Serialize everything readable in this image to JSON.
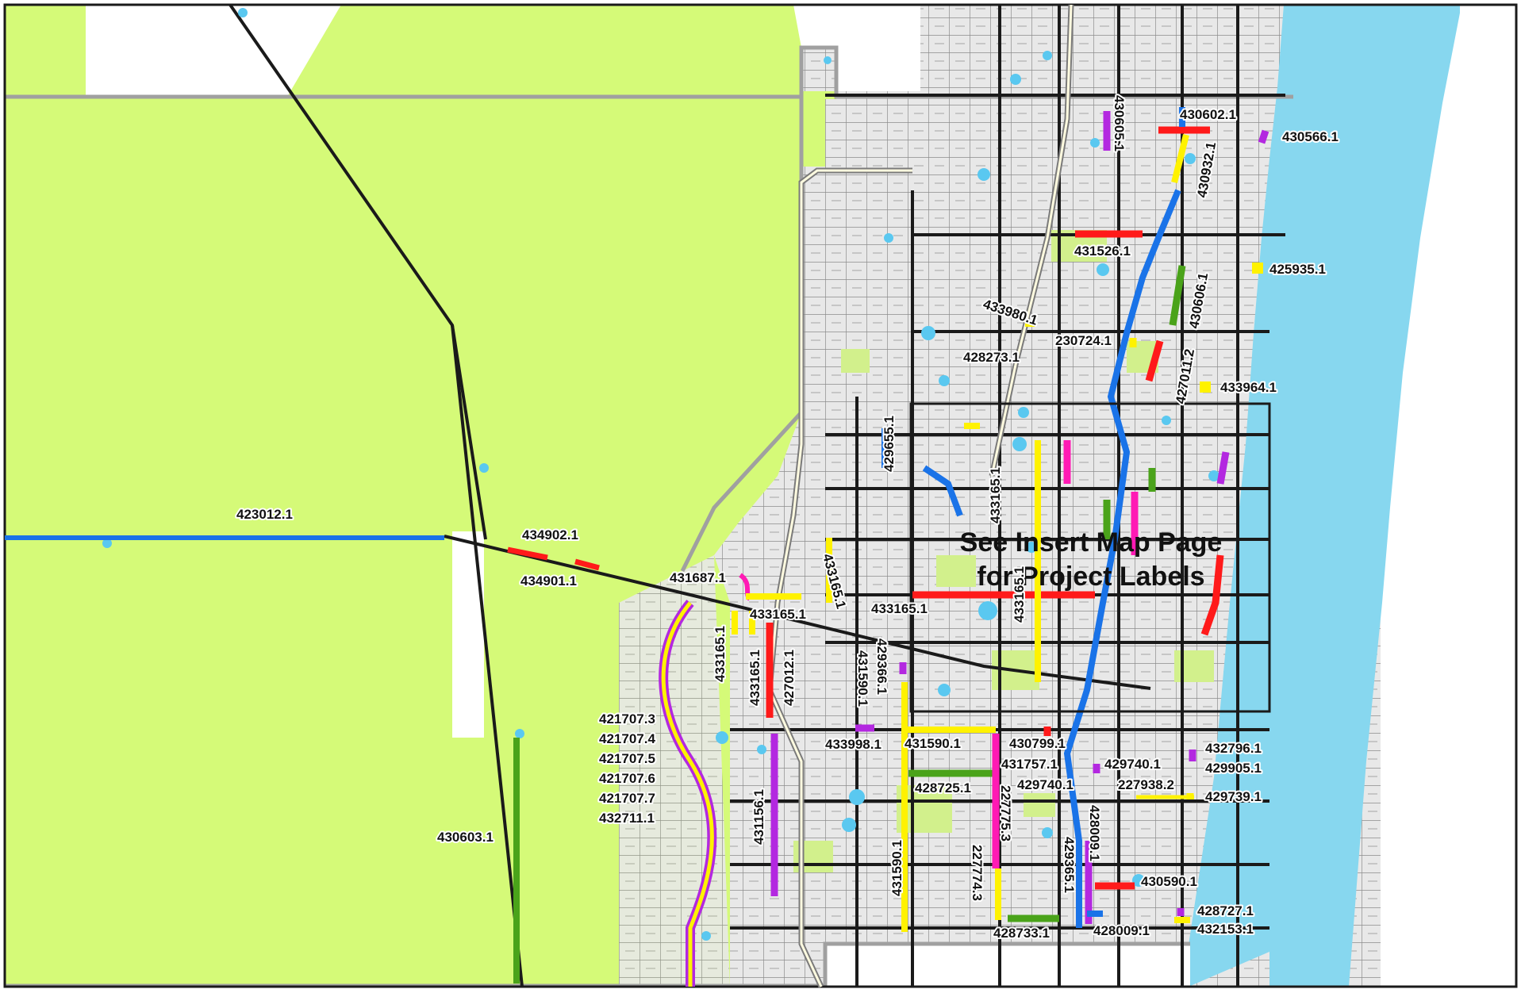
{
  "map": {
    "insert_note": [
      "See Insert Map Page",
      "for Project Labels"
    ],
    "colors": {
      "agriculture": "#d5fa78",
      "urban": "#e8e8e8",
      "park": "#d2f08c",
      "ocean": "#87d7ef",
      "road": "#8c8c8c",
      "major_road": "#1a1a1a",
      "boundary": "#a0a0a0",
      "water_dot": "#5ac8f0",
      "project_yellow": "#fff200",
      "project_red": "#ff1a1a",
      "project_blue": "#1a73e8",
      "project_green": "#4aa31a",
      "project_purple": "#b328e0",
      "project_magenta": "#ff1ab4"
    },
    "projects": {
      "p423012": "423012.1",
      "p434902": "434902.1",
      "p434901": "434901.1",
      "p431687": "431687.1",
      "p433165a": "433165.1",
      "p433165b": "433165.1",
      "p433165c": "433165.1",
      "p433165d": "433165.1",
      "p433165e": "433165.1",
      "p433165f": "433165.1",
      "p433165g": "433165.1",
      "p427012": "427012.1",
      "p429366": "429366.1",
      "p431590a": "431590.1",
      "p431590b": "431590.1",
      "p431590c": "431590.1",
      "p433998": "433998.1",
      "p421707_3": "421707.3",
      "p421707_4": "421707.4",
      "p421707_5": "421707.5",
      "p421707_6": "421707.6",
      "p421707_7": "421707.7",
      "p432711": "432711.1",
      "p431156": "431156.1",
      "p430603": "430603.1",
      "p428725": "428725.1",
      "p227775": "227775.3",
      "p227774": "227774.3",
      "p428733": "428733.1",
      "p430799": "430799.1",
      "p431757": "431757.1",
      "p429740a": "429740.1",
      "p429740b": "429740.1",
      "p428009a": "428009.1",
      "p428009b": "428009.1",
      "p429365": "429365.1",
      "p430590": "430590.1",
      "p428727": "428727.1",
      "p432153": "432153.1",
      "p432796": "432796.1",
      "p429905": "429905.1",
      "p227938": "227938.2",
      "p429739": "429739.1",
      "p429655": "429655.1",
      "p428273": "428273.1",
      "p433980": "433980.1",
      "p230724": "230724.1",
      "p427011": "427011.2",
      "p433964": "433964.1",
      "p430606": "430606.1",
      "p425935": "425935.1",
      "p431526": "431526.1",
      "p430932": "430932.1",
      "p430605": "430605.1",
      "p430602": "430602.1",
      "p430566": "430566.1"
    }
  }
}
